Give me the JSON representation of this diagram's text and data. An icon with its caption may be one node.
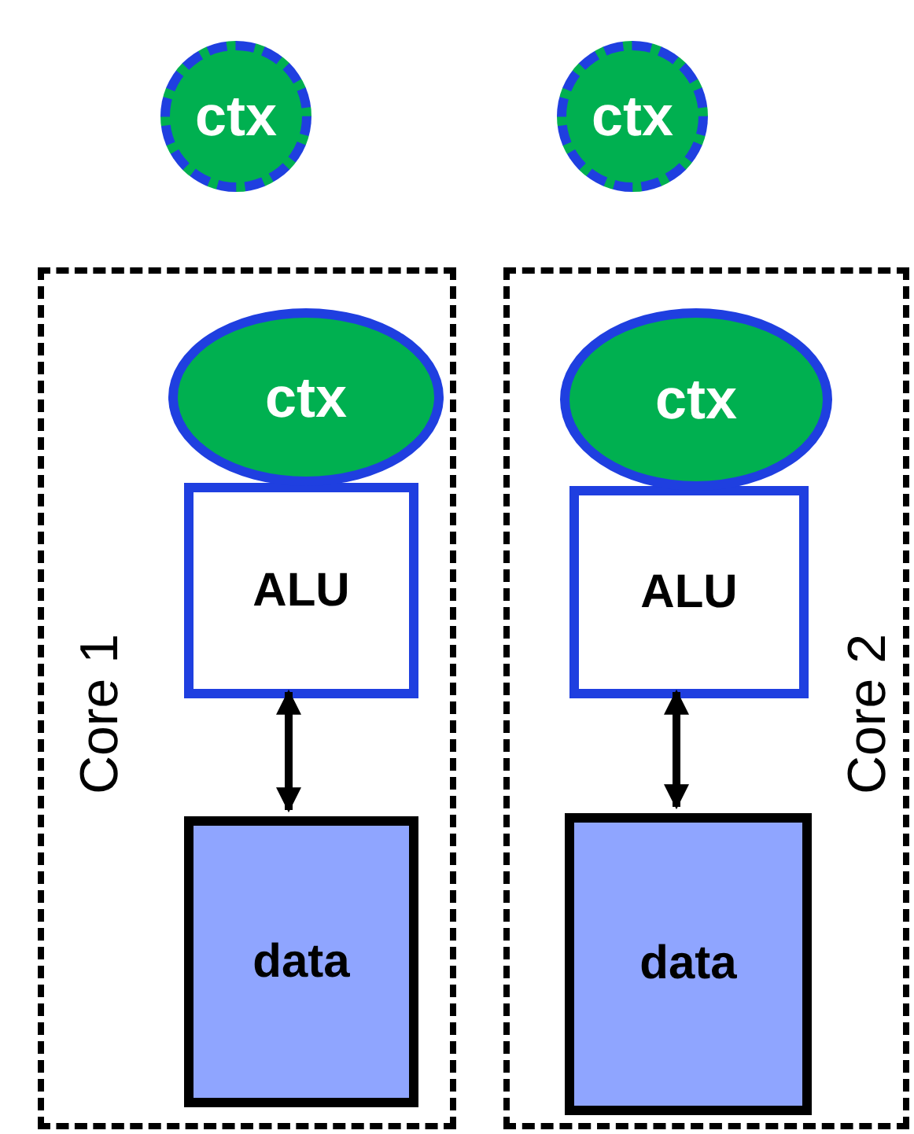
{
  "diagram": {
    "nodes": [
      {
        "text": [
          "ctx"
        ]
      },
      {
        "text": [
          "ctx"
        ]
      },
      {
        "text": [
          "Core 1"
        ]
      },
      {
        "text": [
          "ctx"
        ],
        "in": 2
      },
      {
        "text": [
          "ALU"
        ],
        "in": 2
      },
      {
        "text": [
          "data"
        ],
        "in": 2
      },
      {
        "text": [
          "Core 2"
        ]
      },
      {
        "text": [
          "ctx"
        ],
        "in": 6
      },
      {
        "text": [
          "ALU"
        ],
        "in": 6
      },
      {
        "text": [
          "data"
        ],
        "in": 6
      }
    ],
    "edges": [
      {
        "from": 4,
        "to": 5,
        "arrow": "both"
      },
      {
        "from": 8,
        "to": 9,
        "arrow": "both"
      }
    ]
  }
}
